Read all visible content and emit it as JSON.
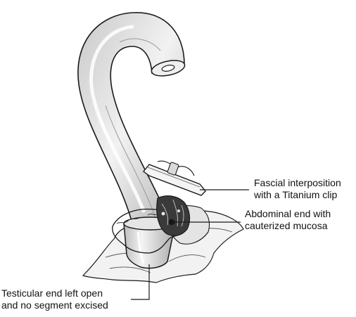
{
  "labels": {
    "fascial_interposition": {
      "line1": "Fascial interposition",
      "line2": "with a Titanium clip"
    },
    "abdominal_end": {
      "line1": "Abdominal end with",
      "line2": "cauterized mucosa"
    },
    "testicular_end": {
      "line1": "Testicular end left open",
      "line2": "and no segment excised"
    }
  },
  "colors": {
    "line": "#1a1a1a",
    "tube_fill": "#d9d9d9",
    "tube_highlight": "#f7f7f7",
    "tissue_fill": "#ededed",
    "dark": "#222222"
  }
}
